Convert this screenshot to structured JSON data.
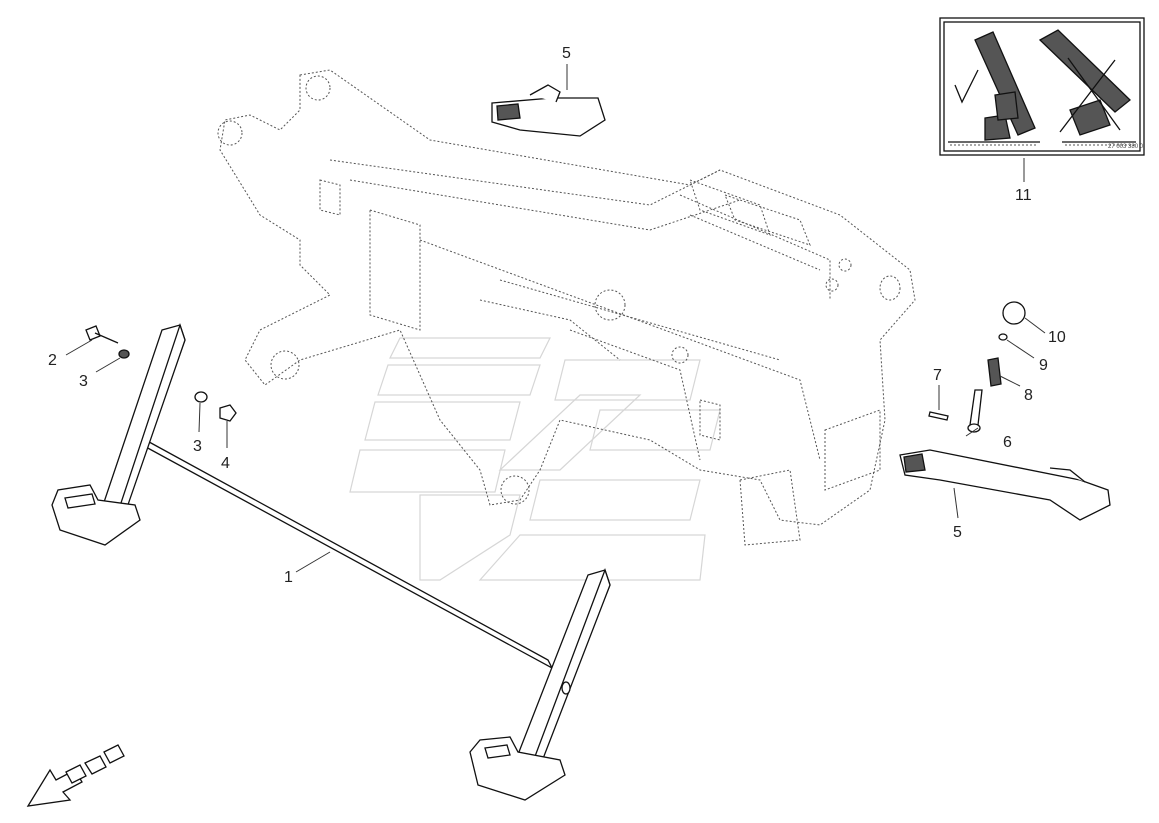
{
  "callouts": {
    "c1": "1",
    "c2": "2",
    "c3a": "3",
    "c3b": "3",
    "c4": "4",
    "c5_top": "5",
    "c5_right": "5",
    "c6": "6",
    "c7": "7",
    "c8": "8",
    "c9": "9",
    "c10": "10",
    "c11": "11"
  },
  "sticker": {
    "code": "27 003 380 0"
  },
  "colors": {
    "line": "#111111",
    "ghost": "#555555",
    "watermark": "#d6d6d6",
    "fill_dark": "#555555"
  },
  "icons": {
    "direction_arrow": "arrow-down-left-icon",
    "sticker_ok": "checkmark-icon",
    "sticker_forbidden": "cross-out-icon"
  }
}
